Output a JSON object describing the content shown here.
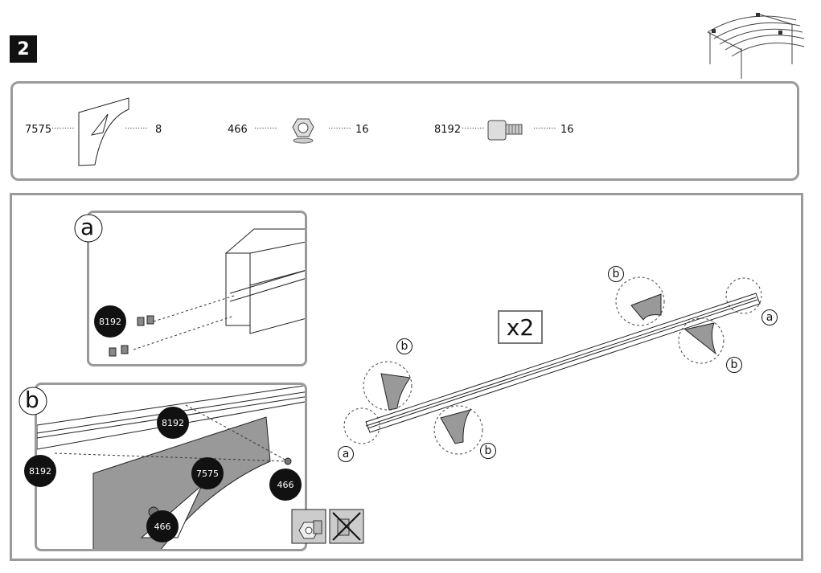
{
  "step": {
    "number": "2"
  },
  "parts": [
    {
      "code": "7575",
      "qty": "8",
      "icon": "bracket-icon"
    },
    {
      "code": "466",
      "qty": "16",
      "icon": "nut-icon"
    },
    {
      "code": "8192",
      "qty": "16",
      "icon": "bolt-icon"
    }
  ],
  "leaders": {
    "dots": "........."
  },
  "detail_a": {
    "letter": "a",
    "tags": [
      "8192"
    ]
  },
  "detail_b": {
    "letter": "b",
    "tags": [
      "8192",
      "8192",
      "7575",
      "466",
      "466"
    ]
  },
  "main": {
    "multiplier": "x2",
    "callouts": [
      "b",
      "a",
      "b",
      "b",
      "a",
      "b"
    ]
  }
}
